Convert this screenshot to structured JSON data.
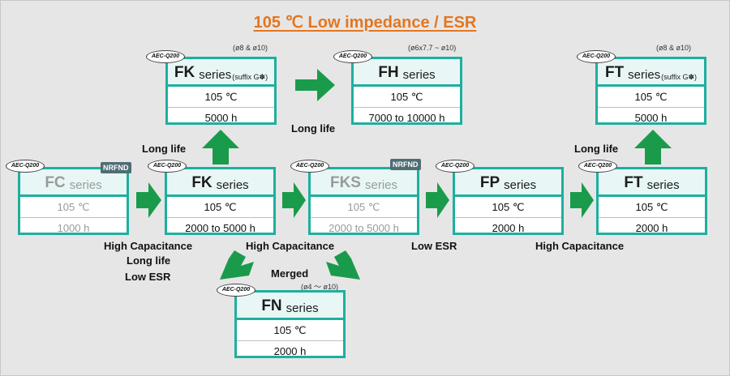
{
  "title": "105 ℃ Low impedance / ESR",
  "colors": {
    "accent": "#1eaf9f",
    "title": "#e4761f",
    "arrow": "#1a9b4c",
    "background": "#e6e6e6"
  },
  "boxes": {
    "fc": {
      "code": "FC",
      "word": "series",
      "temp": "105 ℃",
      "life": "1000 h",
      "badge": "AEC-Q200",
      "tag": "NRFND"
    },
    "fk_main": {
      "code": "FK",
      "word": "series",
      "temp": "105 ℃",
      "life": "2000 to 5000 h",
      "badge": "AEC-Q200"
    },
    "fks": {
      "code": "FKS",
      "word": "series",
      "temp": "105 ℃",
      "life": "2000 to 5000 h",
      "badge": "AEC-Q200",
      "tag": "NRFND"
    },
    "fp": {
      "code": "FP",
      "word": "series",
      "temp": "105 ℃",
      "life": "2000 h",
      "badge": "AEC-Q200"
    },
    "ft_main": {
      "code": "FT",
      "word": "series",
      "temp": "105 ℃",
      "life": "2000 h",
      "badge": "AEC-Q200"
    },
    "fk_top": {
      "code": "FK",
      "word": "series",
      "suffix": "(suffix G✽)",
      "temp": "105 ℃",
      "life": "5000 h",
      "badge": "AEC-Q200",
      "diameter": "(ø8 & ø10)"
    },
    "fh": {
      "code": "FH",
      "word": "series",
      "temp": "105 ℃",
      "life": "7000 to 10000 h",
      "badge": "AEC-Q200",
      "diameter": "(ø6x7.7 ~ ø10)"
    },
    "ft_top": {
      "code": "FT",
      "word": "series",
      "suffix": "(suffix G✽)",
      "temp": "105 ℃",
      "life": "5000 h",
      "badge": "AEC-Q200",
      "diameter": "(ø8 & ø10)"
    },
    "fn": {
      "code": "FN",
      "word": "series",
      "temp": "105 ℃",
      "life": "2000 h",
      "badge": "AEC-Q200",
      "diameter": "(ø4 ～ ø10)"
    }
  },
  "labels": {
    "long_life_fk": "Long life",
    "long_life_fh": "Long life",
    "long_life_ft": "Long life",
    "high_cap_1": "High Capacitance",
    "long_life_2": "Long life",
    "low_esr_1": "Low ESR",
    "high_cap_2": "High Capacitance",
    "low_esr_2": "Low ESR",
    "high_cap_3": "High Capacitance",
    "merged": "Merged"
  }
}
